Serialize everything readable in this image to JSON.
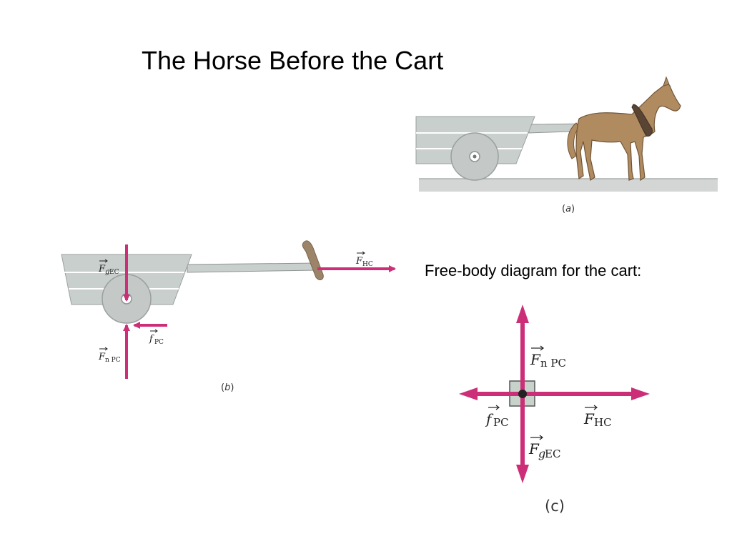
{
  "title": "The Horse Before the Cart",
  "fbd_caption": "Free-body diagram for the cart:",
  "panels": {
    "a": {
      "label_prefix": "(",
      "label_letter": "a",
      "label_suffix": ")"
    },
    "b": {
      "label_prefix": "(",
      "label_letter": "b",
      "label_suffix": ")"
    },
    "c": {
      "label": "(c)"
    }
  },
  "forces": {
    "gravity": {
      "symbol": "F",
      "sub_g": "g",
      "sub_rest": " EC"
    },
    "normal": {
      "symbol": "F",
      "sub": "n PC"
    },
    "friction": {
      "symbol": "f",
      "sub": "PC"
    },
    "horse": {
      "symbol": "F",
      "sub": "HC"
    }
  },
  "colors": {
    "force_arrow": "#cc2f78",
    "cart_body": "#c9cfcc",
    "cart_stroke": "#9aa09d",
    "horse": "#b08b60",
    "harness": "#5a4535",
    "ground": "#d3d6d4",
    "fbd_box": "#c7d2cb"
  }
}
